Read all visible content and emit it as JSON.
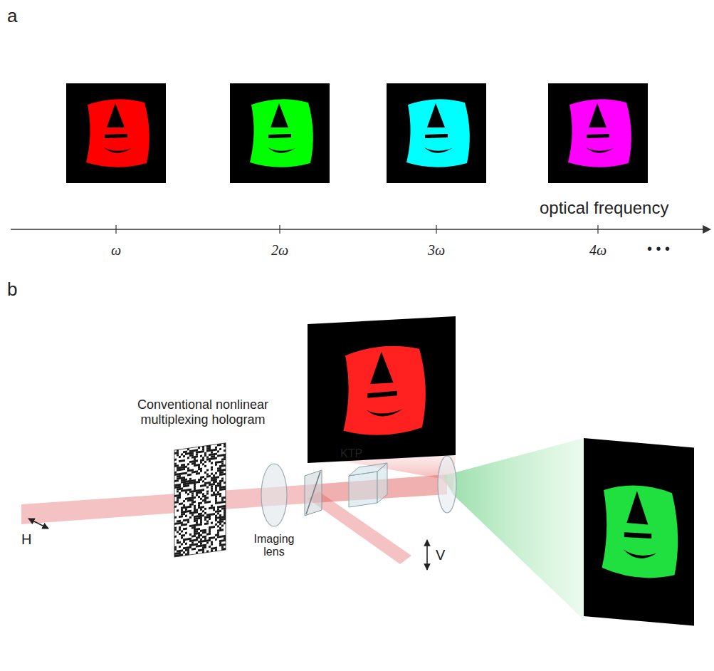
{
  "diagram": {
    "labels": [
      "a",
      "ω",
      "2ω",
      "3ω",
      "4ω",
      "• • •",
      "optical frequency",
      "b",
      "Conventional nonlinear multiplexing hologram",
      "Imaging lens",
      "KTP",
      "H",
      "V"
    ]
  }
}
